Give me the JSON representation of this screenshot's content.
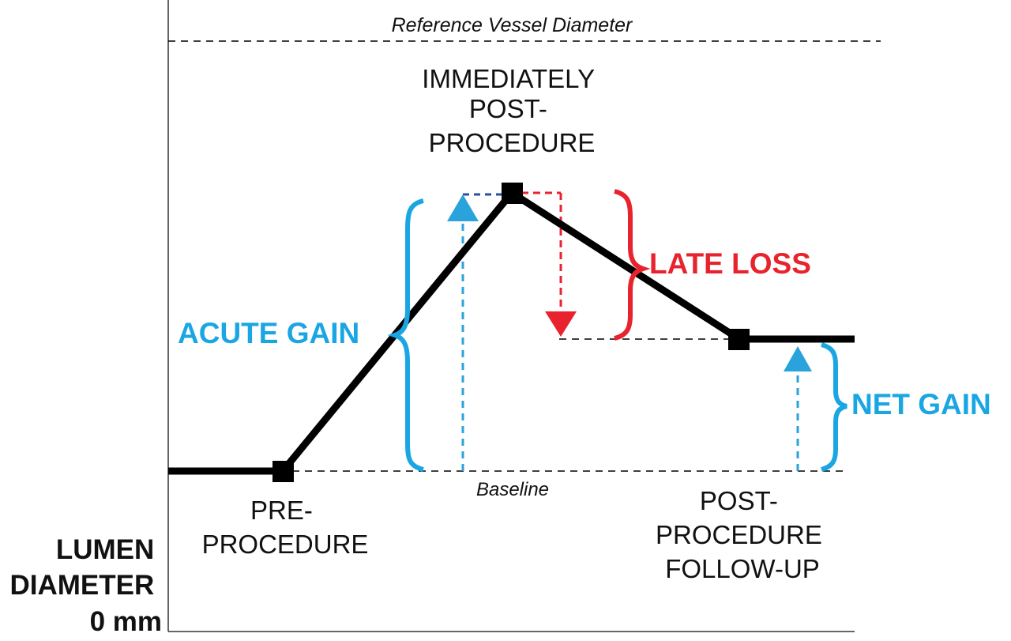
{
  "labels": {
    "reference": "Reference Vessel Diameter",
    "baseline": "Baseline",
    "phase_immediately": [
      "IMMEDIATELY",
      "POST-",
      "PROCEDURE"
    ],
    "phase_pre": [
      "PRE-",
      "PROCEDURE"
    ],
    "phase_followup": [
      "POST-",
      "PROCEDURE",
      "FOLLOW-UP"
    ],
    "acute_gain": "ACUTE GAIN",
    "late_loss": "LATE LOSS",
    "net_gain": "NET GAIN",
    "y_axis": [
      "LUMEN",
      "DIAMETER",
      "0 mm"
    ]
  },
  "colors": {
    "line": "#000000",
    "blue": "#2aa3dc",
    "blue_text": "#1aa6e3",
    "red": "#e8232d",
    "dash": "#000000"
  }
}
